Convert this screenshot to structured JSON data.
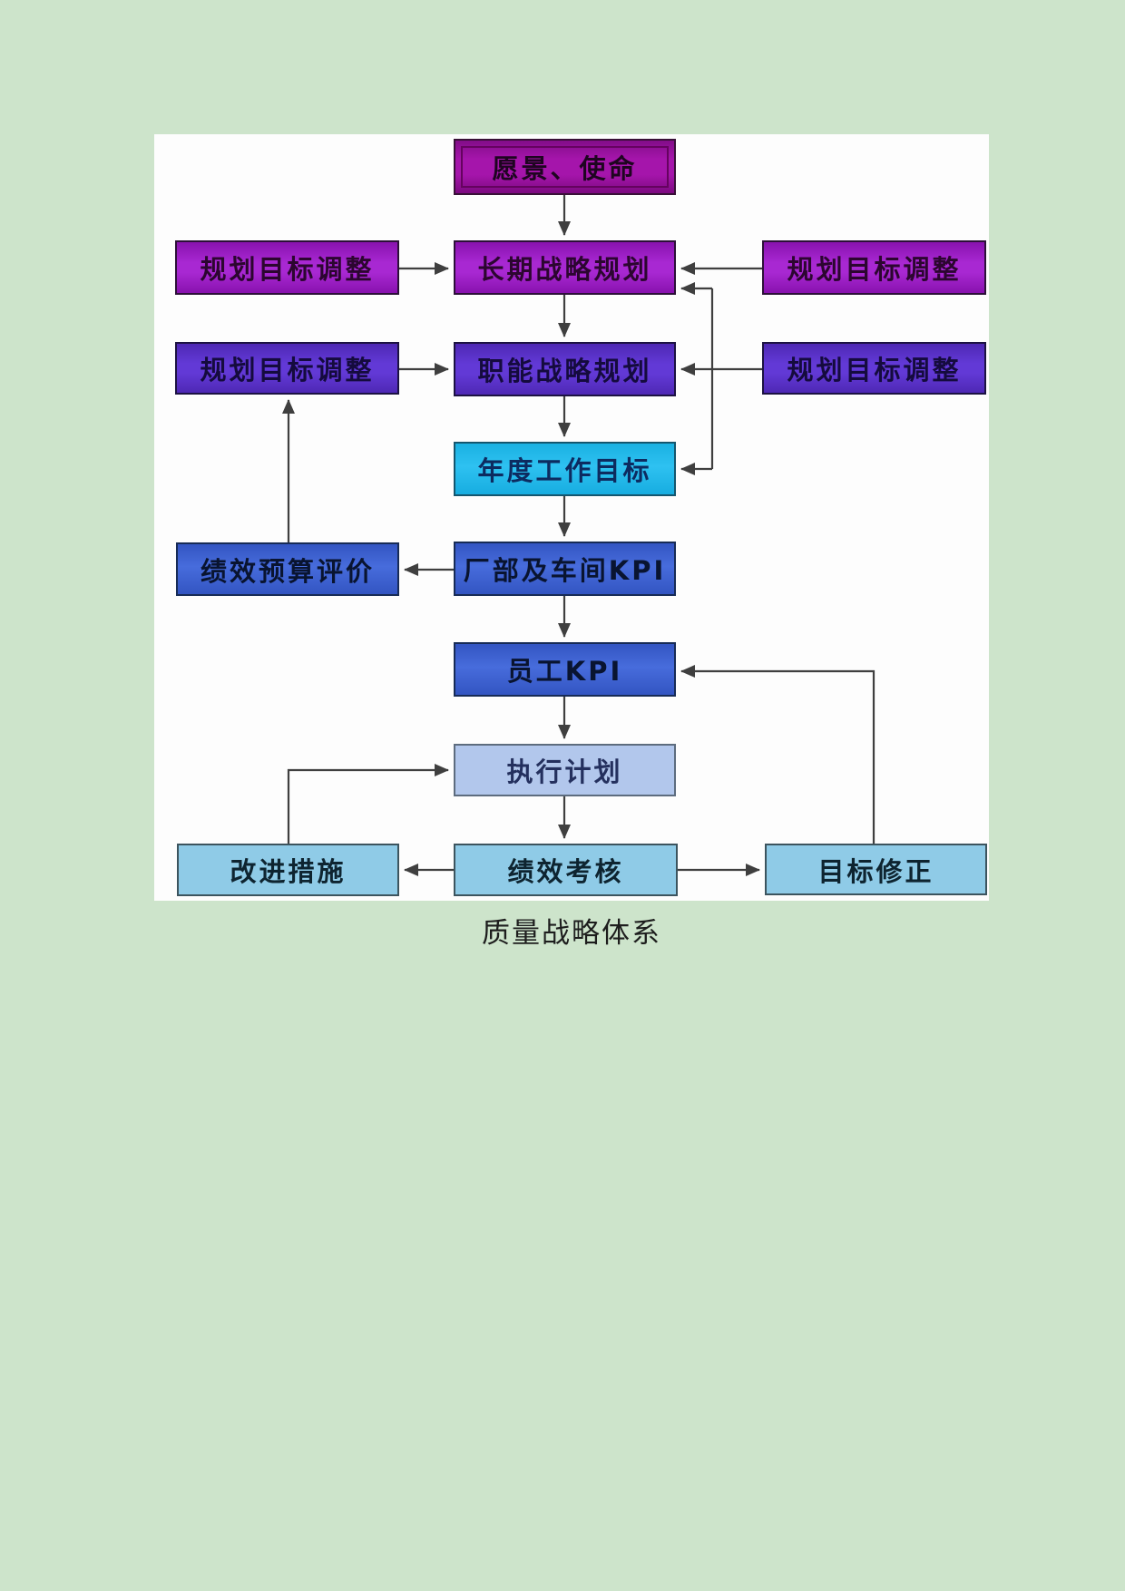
{
  "page": {
    "background_color": "#cde4cb",
    "caption": "质量战略体系"
  },
  "diagram": {
    "panel_color": "#fdfdfd",
    "connector_color": "#3f3f3f",
    "nodes": [
      {
        "id": "vision",
        "label": "愿景、使命",
        "fill": "#9c11a0"
      },
      {
        "id": "plan-adjust-top-left",
        "label": "规划目标调整",
        "fill": "#9a1fc4"
      },
      {
        "id": "long-term-plan",
        "label": "长期战略规划",
        "fill": "#9a1fc4"
      },
      {
        "id": "plan-adjust-top-right",
        "label": "规划目标调整",
        "fill": "#9a1fc4"
      },
      {
        "id": "plan-adjust-mid-left",
        "label": "规划目标调整",
        "fill": "#5a34cc"
      },
      {
        "id": "functional-plan",
        "label": "职能战略规划",
        "fill": "#5a34cc"
      },
      {
        "id": "plan-adjust-mid-right",
        "label": "规划目标调整",
        "fill": "#5a34cc"
      },
      {
        "id": "annual-goal",
        "label": "年度工作目标",
        "fill": "#1fb9e9"
      },
      {
        "id": "perf-budget-eval",
        "label": "绩效预算评价",
        "fill": "#3b60cf"
      },
      {
        "id": "dept-kpi",
        "label": "厂部及车间KPI",
        "fill": "#3b60cf"
      },
      {
        "id": "employee-kpi",
        "label": "员工KPI",
        "fill": "#3f65d8"
      },
      {
        "id": "execution-plan",
        "label": "执行计划",
        "fill": "#b2c7ec"
      },
      {
        "id": "improvement-measures",
        "label": "改进措施",
        "fill": "#8fcbe7"
      },
      {
        "id": "perf-assessment",
        "label": "绩效考核",
        "fill": "#8fcbe7"
      },
      {
        "id": "target-revision",
        "label": "目标修正",
        "fill": "#8fcbe7"
      }
    ],
    "edges": [
      {
        "from": "vision",
        "to": "long-term-plan"
      },
      {
        "from": "plan-adjust-top-left",
        "to": "long-term-plan"
      },
      {
        "from": "plan-adjust-top-right",
        "to": "long-term-plan"
      },
      {
        "from": "long-term-plan",
        "to": "functional-plan"
      },
      {
        "from": "plan-adjust-mid-left",
        "to": "functional-plan"
      },
      {
        "from": "plan-adjust-mid-right",
        "to": "functional-plan"
      },
      {
        "from": "plan-adjust-mid-right",
        "to": "long-term-plan",
        "note": "right-side branch"
      },
      {
        "from": "plan-adjust-mid-right",
        "to": "annual-goal",
        "note": "right-side branch"
      },
      {
        "from": "functional-plan",
        "to": "annual-goal"
      },
      {
        "from": "annual-goal",
        "to": "dept-kpi"
      },
      {
        "from": "dept-kpi",
        "to": "perf-budget-eval"
      },
      {
        "from": "perf-budget-eval",
        "to": "plan-adjust-mid-left"
      },
      {
        "from": "dept-kpi",
        "to": "employee-kpi"
      },
      {
        "from": "employee-kpi",
        "to": "execution-plan"
      },
      {
        "from": "execution-plan",
        "to": "perf-assessment"
      },
      {
        "from": "perf-assessment",
        "to": "improvement-measures"
      },
      {
        "from": "perf-assessment",
        "to": "target-revision"
      },
      {
        "from": "target-revision",
        "to": "employee-kpi"
      },
      {
        "from": "improvement-measures",
        "to": "execution-plan"
      }
    ]
  }
}
